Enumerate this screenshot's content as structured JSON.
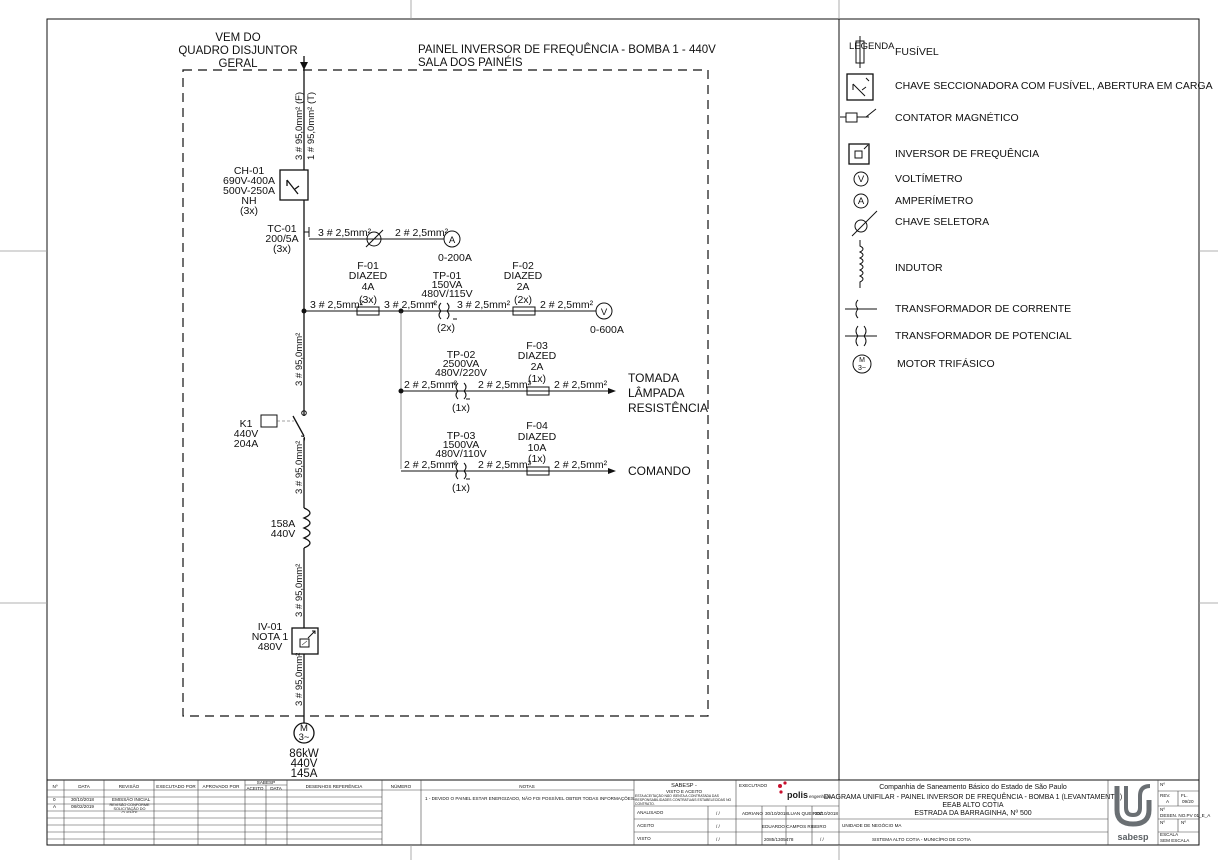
{
  "diagram": {
    "source": [
      "VEM DO",
      "QUADRO DISJUNTOR",
      "GERAL"
    ],
    "panel_title": "PAINEL INVERSOR DE FREQUÊNCIA - BOMBA 1   - 440V",
    "panel_subtitle": "SALA DOS PAINÉIS",
    "feeder_cable_f": "3 # 95,0mm² (F)",
    "feeder_cable_t": "1 # 95,0mm² (T)",
    "bus_cable_1": "3 # 95,0mm²",
    "bus_cable_2": "3 # 95,0mm²",
    "bus_cable_3": "3 # 95,0mm²",
    "bus_cable_4": "3 # 95,0mm²",
    "ch01": [
      "CH-01",
      "690V-400A",
      "500V-250A",
      "NH",
      "(3x)"
    ],
    "tc01": [
      "TC-01",
      "200/5A",
      "(3x)"
    ],
    "tc_cable": "3 # 2,5mm²",
    "amp_cable": "2 # 2,5mm²",
    "amp_symbol": "A",
    "amp_range": "0-200A",
    "f01": [
      "F-01",
      "DIAZED",
      "4A",
      "(3x)"
    ],
    "tp01": [
      "TP-01",
      "150VA",
      "480V/115V",
      "(2x)"
    ],
    "f02": [
      "F-02",
      "DIAZED",
      "2A",
      "(2x)"
    ],
    "volt_symbol": "V",
    "volt_range": "0-600A",
    "cable_f01_in": "3 # 2,5mm²",
    "cable_f01_out": "3 # 2,5mm²",
    "cable_tp01_out": "3 # 2,5mm²",
    "cable_volt": "2 # 2,5mm²",
    "tp02": [
      "TP-02",
      "2500VA",
      "480V/220V",
      "(1x)"
    ],
    "f03": [
      "F-03",
      "DIAZED",
      "2A",
      "(1x)"
    ],
    "cable_tp02_in": "2 # 2,5mm²",
    "cable_tp02_out": "2 # 2,5mm²",
    "cable_f03_out": "2 # 2,5mm²",
    "load_1": [
      "TOMADA",
      "LÂMPADA",
      "RESISTÊNCIA"
    ],
    "tp03": [
      "TP-03",
      "1500VA",
      "480V/110V",
      "(1x)"
    ],
    "f04": [
      "F-04",
      "DIAZED",
      "10A",
      "(1x)"
    ],
    "cable_tp03_in": "2 # 2,5mm²",
    "cable_tp03_out": "2 # 2,5mm²",
    "cable_f04_out": "2 # 2,5mm²",
    "load_2": "COMANDO",
    "k1": [
      "K1",
      "440V",
      "204A"
    ],
    "inductor": [
      "158A",
      "440V"
    ],
    "iv01": [
      "IV-01",
      "NOTA 1",
      "480V"
    ],
    "motor_symbol": [
      "M",
      "3~"
    ],
    "motor": [
      "86kW",
      "440V",
      "145A"
    ]
  },
  "legend": {
    "title": "LEGENDA",
    "items": [
      "FUSÍVEL",
      "CHAVE SECCIONADORA COM FUSÍVEL, ABERTURA EM CARGA",
      "CONTATOR MAGNÉTICO",
      "INVERSOR DE FREQUÊNCIA",
      "VOLTÍMETRO",
      "AMPERÍMETRO",
      "CHAVE SELETORA",
      "INDUTOR",
      "TRANSFORMADOR DE CORRENTE",
      "TRANSFORMADOR DE POTENCIAL",
      "MOTOR TRIFÁSICO"
    ],
    "volt_glyph": "V",
    "amp_glyph": "A",
    "motor_glyph": [
      "M",
      "3~"
    ]
  },
  "title_block": {
    "rev_headers": [
      "Nº",
      "DATA",
      "REVISÃO",
      "EXECUTADO POR",
      "APROVADO POR",
      "SABESP",
      "ACEITO",
      "DATA",
      "DESENHOS  REFERÊNCIA",
      "NÚMERO",
      "NOTAS"
    ],
    "rev_rows": [
      [
        "0",
        "30/10/2018",
        "EMISSÃO INICIAL"
      ],
      [
        "A",
        "08/02/2019",
        "REVISÃO CONFORME SOLICITAÇÃO DO CLIENTE"
      ]
    ],
    "note_1": "1 - DEVIDO O PAINEL ESTAR ENERGIZADO, NÃO FOI POSSÍVEL OBTER TODAS INFORMAÇÕES.",
    "sabesp_box": [
      "SABESP -",
      "VISTO E ACEITO"
    ],
    "sabesp_note": "ESTA ACEITAÇÃO NÃO ISENTA A CONTRATADA DAS RESPONSABILIDADES CONTRATUAIS ESTABELECIDAS NO CONTRATO.",
    "approval_labels": [
      "ANALISADO",
      "ACEITO",
      "VISTO"
    ],
    "executado": "EXECUTADO",
    "logo_polis": "polis",
    "logo_polis_sub": "engenharia",
    "sign_rows": [
      [
        "ADRIANO",
        "30/10/2018",
        "LUAN QUEIROZ",
        "30/10/2018"
      ],
      [
        "EDUARDO CAMPOS RIBEIRO"
      ],
      [
        "2085/1305478"
      ]
    ],
    "unit_label": "UNIDADE DE NEGÓCIO MA",
    "system_label": "SISTEMA ALTO COTIA - MUNICÍPIO DE COTIA",
    "company": "Companhia de Saneamento Básico do Estado de São Paulo",
    "drawing_title": "DIAGRAMA UNIFILAR - PAINEL INVERSOR DE FREQUÊNCIA - BOMBA 1 (LEVANTAMENTO)",
    "station": "EEAB ALTO COTIA",
    "address": "ESTRADA DA BARRAGINHA, Nº 500",
    "sabesp_logo": "sabesp",
    "right_cells": [
      "Nº",
      "REV.",
      "A",
      "FL.",
      "09/20",
      "Nº",
      "DESEN. NO.PV 01_E_A",
      "Nº",
      "Nº",
      "ESCALA",
      "SEM ESCALA"
    ]
  }
}
